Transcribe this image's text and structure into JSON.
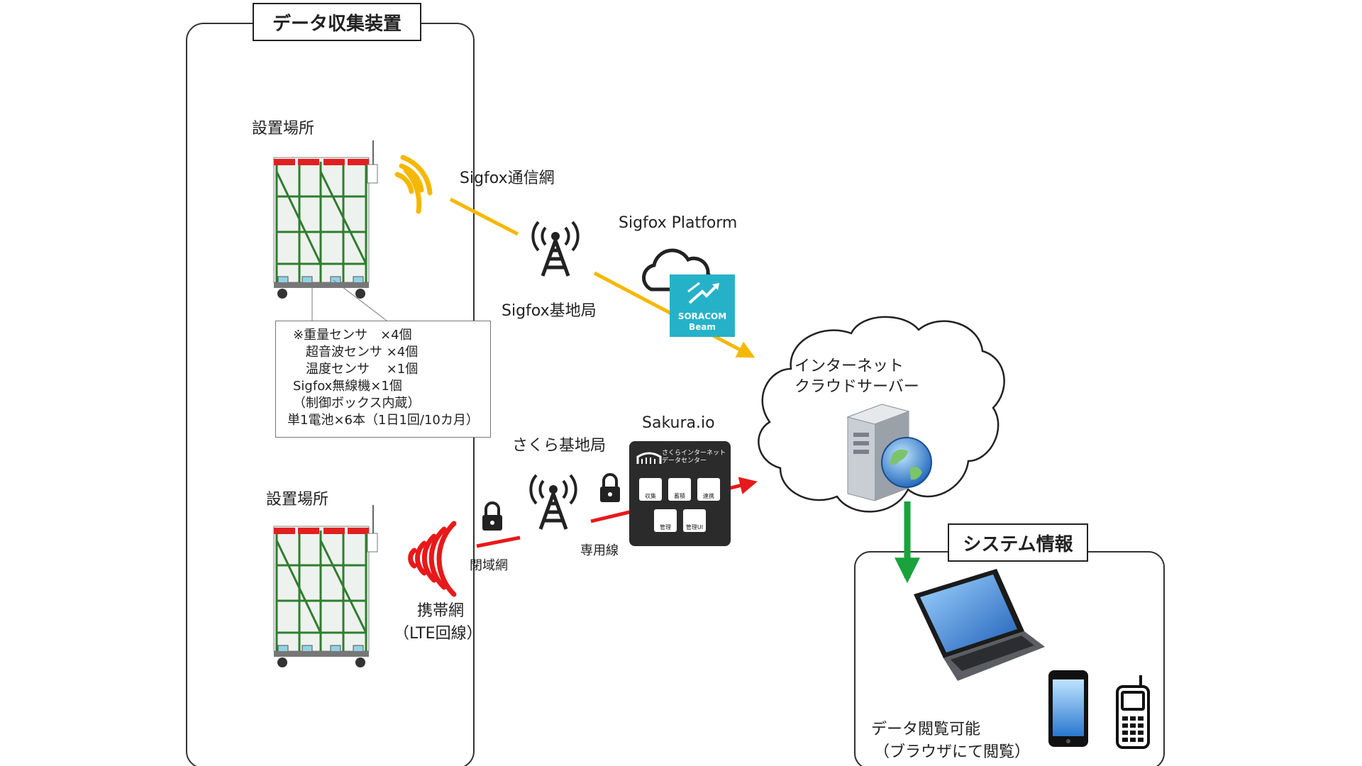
{
  "left_panel": {
    "title": "データ収集装置"
  },
  "site_labels": [
    "設置場所",
    "設置場所"
  ],
  "callout": {
    "lines": [
      "※重量センサ　×4個",
      "　超音波センサ ×4個",
      "　温度センサ　 ×1個",
      "Sigfox無線機×1個",
      "（制御ボックス内蔵）",
      "単1電池×6本（1日1回/10カ月）"
    ]
  },
  "sigfox": {
    "network_label": "Sigfox通信網",
    "platform_label": "Sigfox Platform",
    "base_station_label": "Sigfox基地局"
  },
  "soracom": {
    "line1": "SORACOM",
    "line2": "Beam"
  },
  "internet": {
    "line1": "インターネット",
    "line2": "クラウドサーバー"
  },
  "sakura": {
    "label": "Sakura.io",
    "base_station_label": "さくら基地局",
    "closed_network_label": "閉域網",
    "dedicated_line_label": "専用線",
    "logo_line1": "さくらインターネット",
    "logo_line2": "データセンター",
    "tiles": [
      "収集",
      "蓄積",
      "連携",
      "管理",
      "管理UI"
    ]
  },
  "mobile": {
    "line1": "携帯網",
    "line2": "（LTE回線）"
  },
  "system_panel": {
    "title": "システム情報",
    "caption_line1": "データ閲覧可能",
    "caption_line2": "（ブラウザにて閲覧）"
  },
  "colors": {
    "sigfox_link": "#f5b800",
    "lte_link": "#e8191a",
    "output_arrow": "#1aa23c",
    "soracom": "#25b2c9",
    "cage_frame": "#2f7d2f",
    "cage_lid": "#e02020"
  },
  "icons": [
    "antenna-tower-icon",
    "lock-icon",
    "cloud-icon",
    "server-icon",
    "globe-icon",
    "laptop-icon",
    "smartphone-icon",
    "feature-phone-icon",
    "soracom-beam-icon"
  ]
}
